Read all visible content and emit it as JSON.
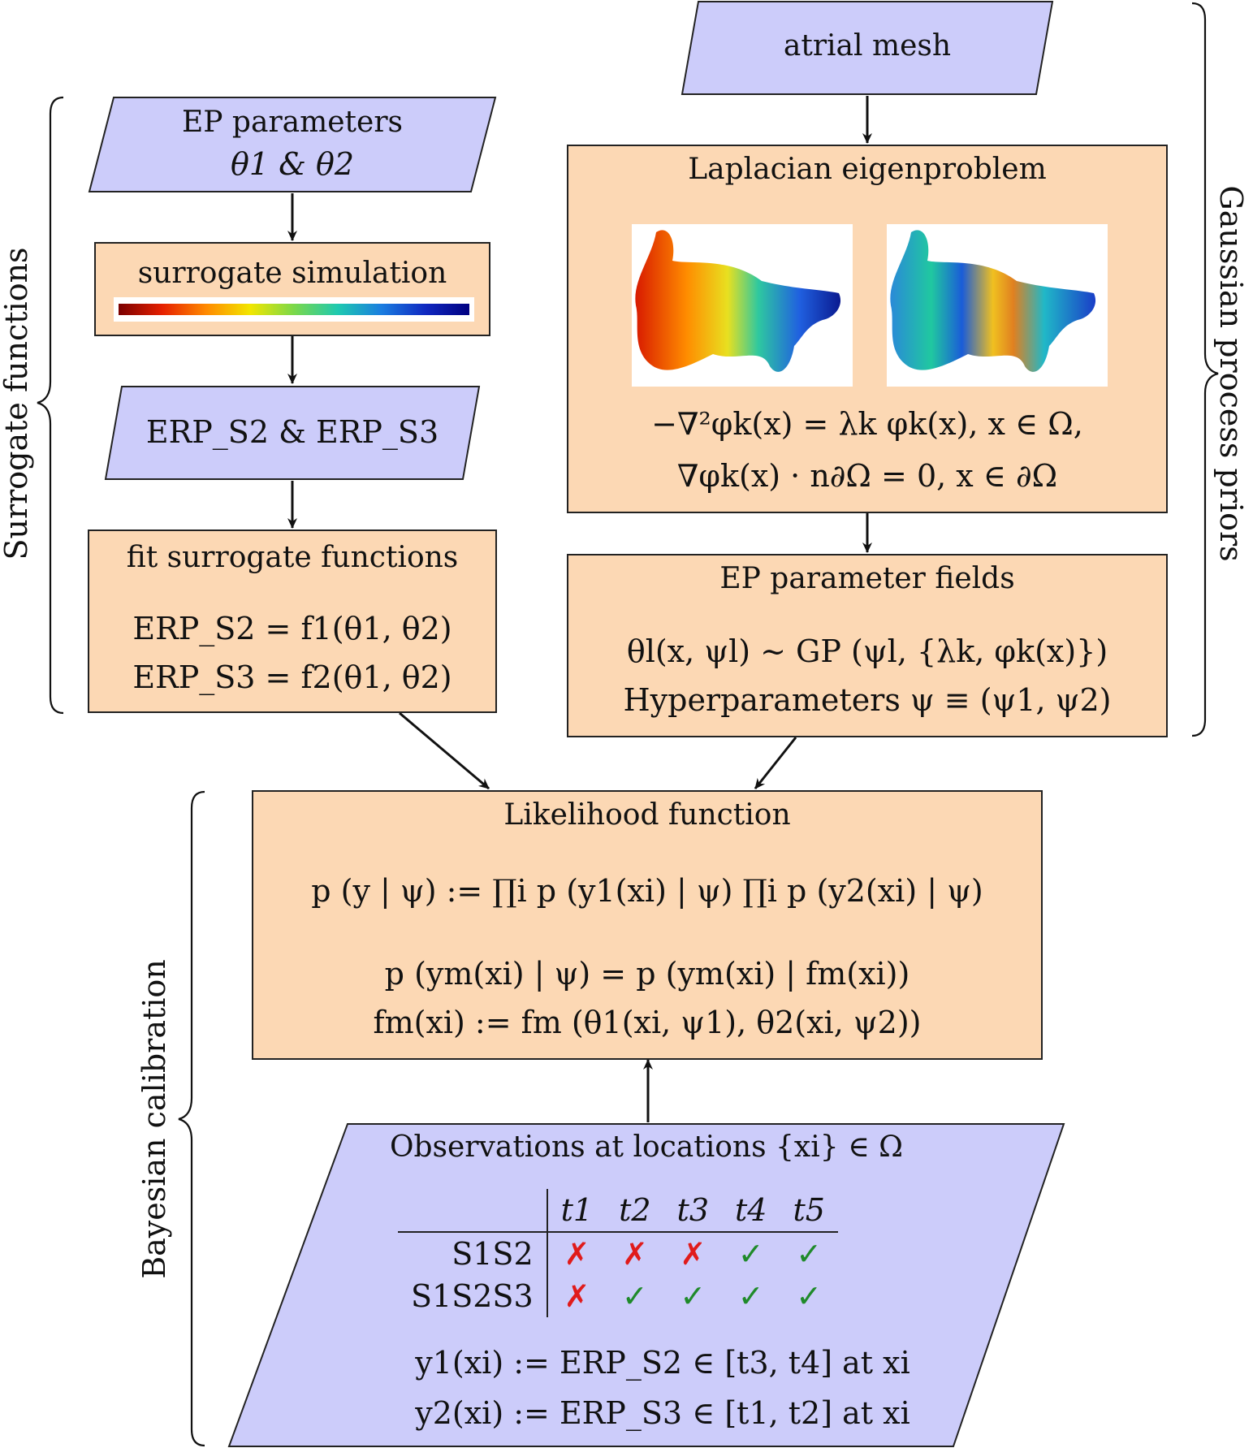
{
  "side_labels": {
    "surrogate": "Surrogate functions",
    "gaussian": "Gaussian process priors",
    "bayesian": "Bayesian calibration"
  },
  "atrial_mesh": "atrial mesh",
  "ep_parameters": {
    "title": "EP parameters",
    "line2": "θ1  &  θ2"
  },
  "surrogate_sim": {
    "title": "surrogate simulation"
  },
  "erp_box": {
    "text": "ERP_S2 & ERP_S3"
  },
  "fit": {
    "title": "fit surrogate functions",
    "eq1": "ERP_S2 = f1(θ1, θ2)",
    "eq2": "ERP_S3 = f2(θ1, θ2)"
  },
  "laplacian": {
    "title": "Laplacian eigenproblem",
    "eq1": "−∇²φk(x) = λk φk(x),   x ∈ Ω,",
    "eq2": "∇φk(x) · n∂Ω = 0,   x ∈ ∂Ω"
  },
  "fields": {
    "title": "EP parameter fields",
    "eq1": "θl(x, ψl) ∼ GP (ψl, {λk, φk(x)})",
    "eq2": "Hyperparameters ψ ≡ (ψ1, ψ2)"
  },
  "likelihood": {
    "title": "Likelihood function",
    "eq1": "p (y | ψ) := ∏i p (y1(xi) | ψ) ∏i p (y2(xi) | ψ)",
    "eq2": "p (ym(xi) | ψ) = p (ym(xi) | fm(xi))",
    "eq3": "fm(xi) := fm (θ1(xi, ψ1), θ2(xi, ψ2))"
  },
  "observations": {
    "title": "Observations at locations {xi} ∈ Ω",
    "columns": [
      "t1",
      "t2",
      "t3",
      "t4",
      "t5"
    ],
    "rows": [
      {
        "label": "S1S2",
        "marks": [
          "✗",
          "✗",
          "✗",
          "✓",
          "✓"
        ]
      },
      {
        "label": "S1S2S3",
        "marks": [
          "✗",
          "✓",
          "✓",
          "✓",
          "✓"
        ]
      }
    ],
    "def1": "y1(xi) := ERP_S2 ∈ [t3, t4] at xi",
    "def2": "y2(xi) := ERP_S3 ∈ [t1, t2] at xi"
  },
  "colors": {
    "blue_box": "#ccccfa",
    "orange_box": "#fcd8b4",
    "check": "#1f8a2a",
    "cross": "#e01b1b"
  }
}
